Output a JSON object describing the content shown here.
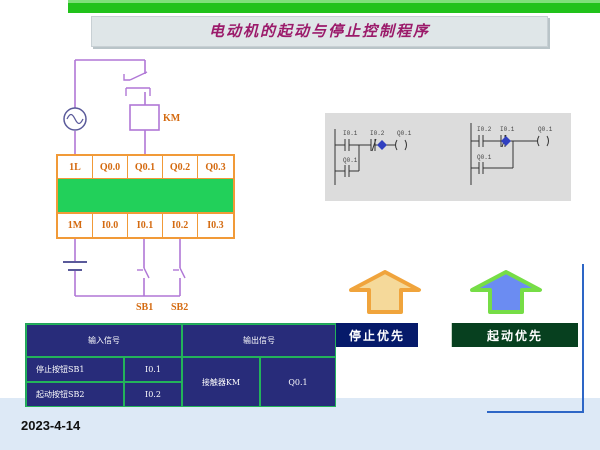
{
  "slide": {
    "title": "电动机的起动与停止控制程序",
    "date": "2023-4-14"
  },
  "plc": {
    "outputs": [
      "1L",
      "Q0.0",
      "Q0.1",
      "Q0.2",
      "Q0.3"
    ],
    "inputs": [
      "1M",
      "I0.0",
      "I0.1",
      "I0.2",
      "I0.3"
    ],
    "coil_label": "KM",
    "switch_labels": [
      "SB1",
      "SB2"
    ]
  },
  "ladder": {
    "stop_priority": {
      "contacts": [
        "I0.1",
        "I0.2",
        "Q0.1"
      ],
      "coil": "Q0.1"
    },
    "start_priority": {
      "contacts": [
        "I0.2",
        "I0.1",
        "Q0.1"
      ],
      "coil": "Q0.1"
    }
  },
  "io_table": {
    "input_header": "输入信号",
    "output_header": "输出信号",
    "rows": [
      {
        "name": "停止按钮SB1",
        "addr": "I0.1"
      },
      {
        "name": "起动按钮SB2",
        "addr": "I0.2"
      }
    ],
    "output_name": "接触器KM",
    "output_addr": "Q0.1"
  },
  "buttons": {
    "stop_priority": "停止优先",
    "start_priority": "起动优先"
  },
  "colors": {
    "accent_green": "#21c21b",
    "plc_orange": "#f19a38",
    "wire_purple": "#b077d6",
    "arrow_orange": "#f0a43c",
    "arrow_green": "#76dd46",
    "table_bg": "#282c7a"
  }
}
